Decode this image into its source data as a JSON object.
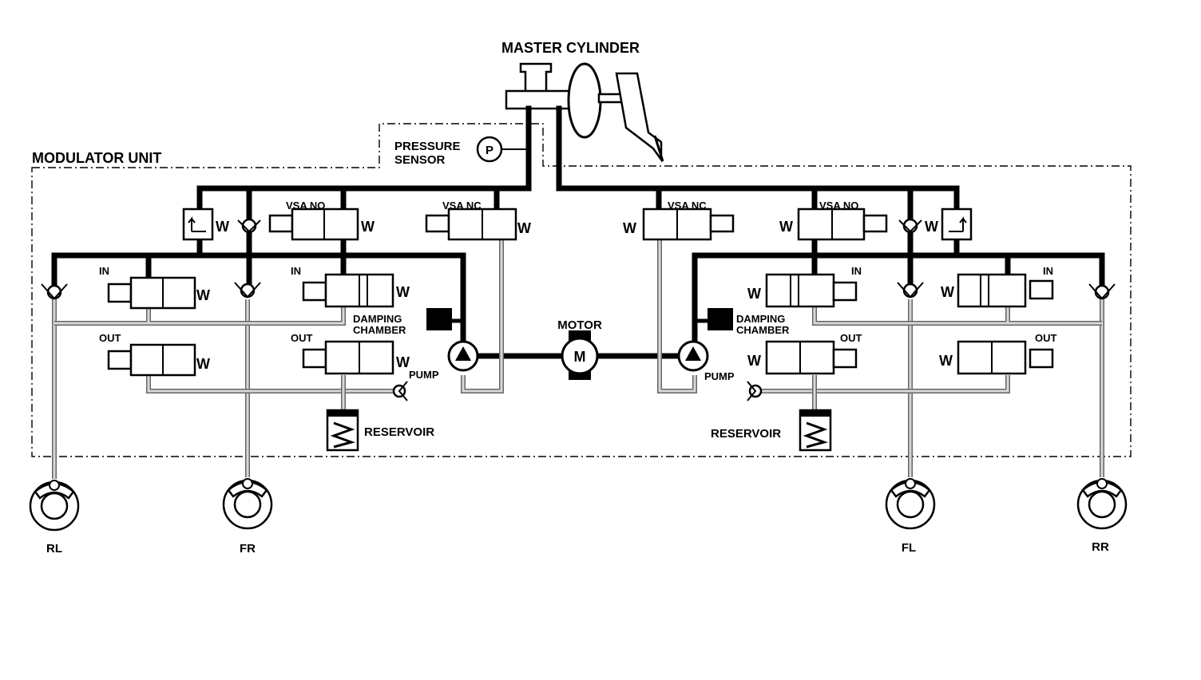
{
  "labels": {
    "master_cylinder": "MASTER CYLINDER",
    "modulator_unit": "MODULATOR UNIT",
    "pressure_sensor_line1": "PRESSURE",
    "pressure_sensor_line2": "SENSOR",
    "pressure_symbol": "P",
    "motor": "MOTOR",
    "motor_symbol": "M",
    "vsa_no": "VSA NO",
    "vsa_nc": "VSA NC",
    "in": "IN",
    "out": "OUT",
    "damping_line1": "DAMPING",
    "damping_line2": "CHAMBER",
    "pump": "PUMP",
    "reservoir": "RESERVOIR",
    "spring_symbol": "W"
  },
  "wheels": {
    "rl": "RL",
    "fr": "FR",
    "fl": "FL",
    "rr": "RR"
  }
}
